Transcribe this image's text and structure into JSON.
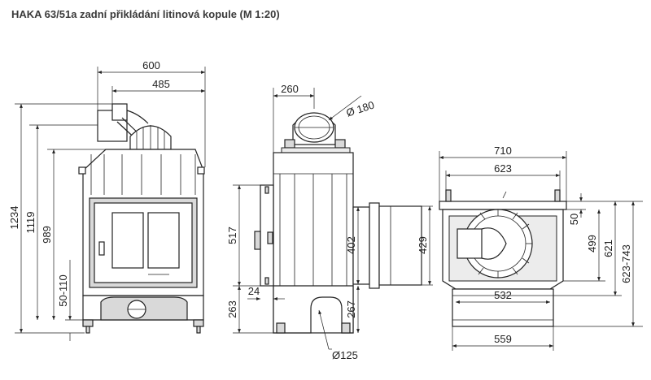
{
  "title": "HAKA 63/51a zadní přikládání litinová kopule (M 1:20)",
  "front_view": {
    "width_total": "600",
    "width_inner": "485",
    "height_total": "1234",
    "height_1119": "1119",
    "height_989": "989",
    "height_50_110": "50-110"
  },
  "side_view": {
    "top_width": "260",
    "flue_diameter": "Ø 180",
    "height_517": "517",
    "height_263": "263",
    "offset_24": "24",
    "height_402": "402",
    "height_267": "267",
    "height_429": "429",
    "inlet_diameter": "Ø125"
  },
  "top_view": {
    "width_710": "710",
    "width_623": "623",
    "depth_50": "50",
    "depth_499": "499",
    "depth_621": "621",
    "depth_623_743": "623-743",
    "width_532": "532",
    "width_559": "559"
  }
}
